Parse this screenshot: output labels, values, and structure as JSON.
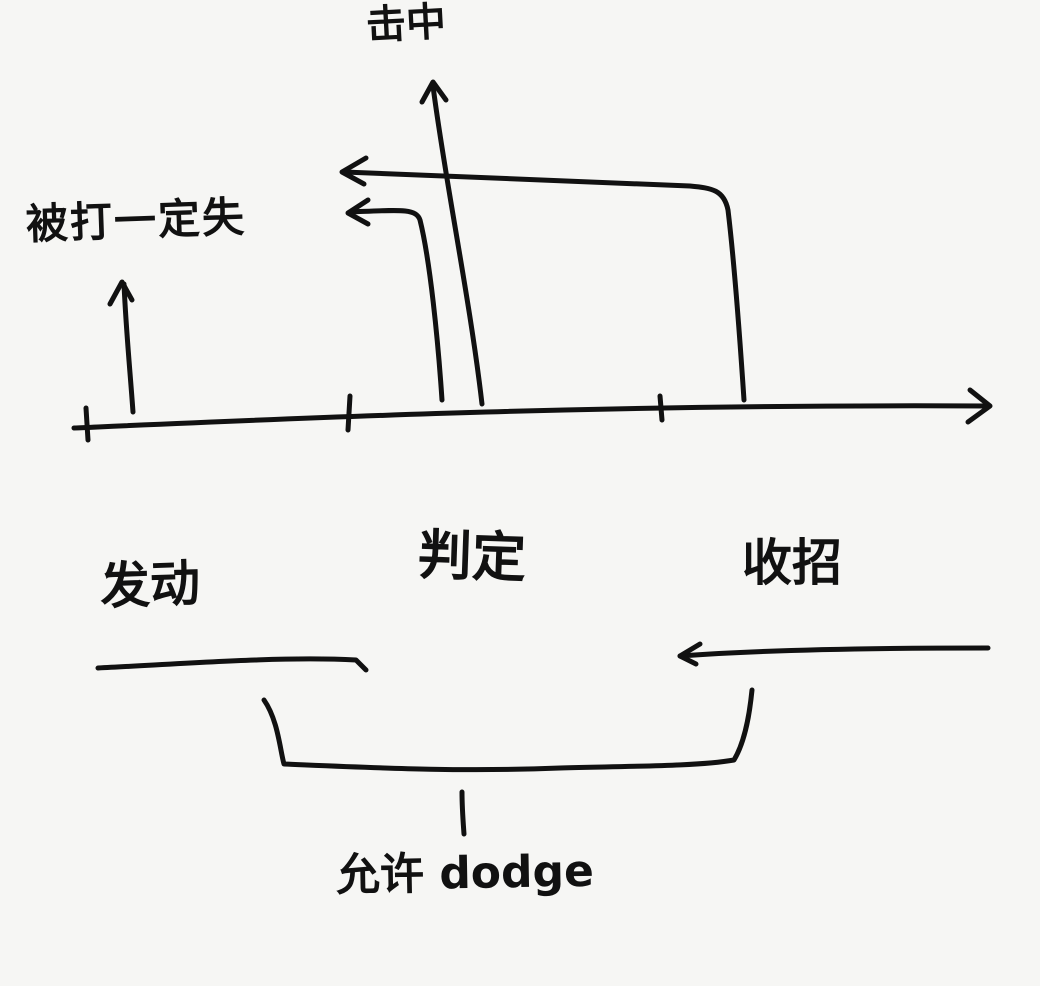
{
  "labels": {
    "hit": "击中",
    "hit_interrupt": "被打一定失",
    "startup": "发动",
    "judge": "判定",
    "recovery": "收招",
    "allow_dodge": "允许 dodge"
  },
  "colors": {
    "ink": "#111111",
    "paper": "#f6f6f4"
  }
}
